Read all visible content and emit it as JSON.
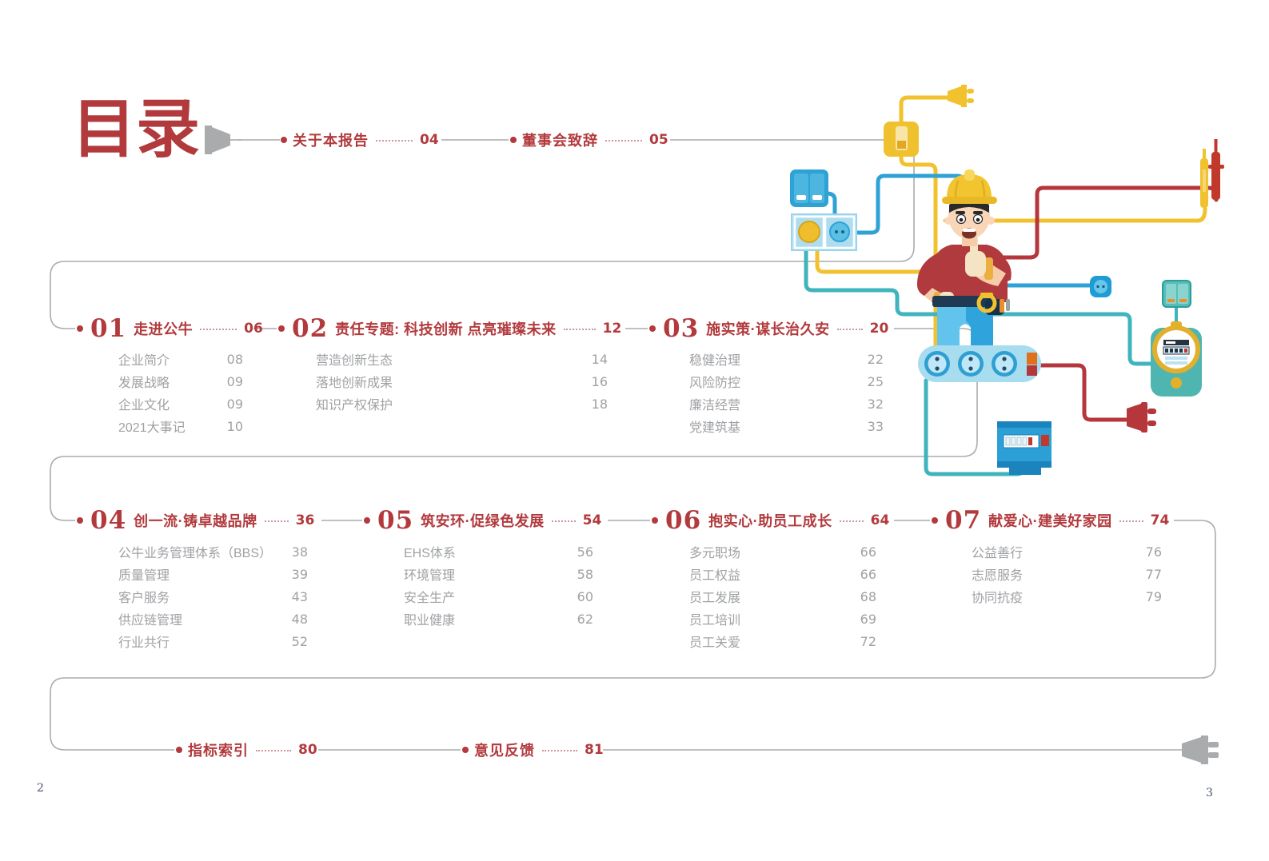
{
  "page": {
    "title": "目录",
    "left_folio": "2",
    "right_folio": "3"
  },
  "top_links": [
    {
      "label": "关于本报告",
      "page": "04"
    },
    {
      "label": "董事会致辞",
      "page": "05"
    }
  ],
  "sections": [
    {
      "num": "01",
      "title": "走进公牛",
      "page": "06",
      "items": [
        {
          "label": "企业简介",
          "page": "08"
        },
        {
          "label": "发展战略",
          "page": "09"
        },
        {
          "label": "企业文化",
          "page": "09"
        },
        {
          "label": "2021大事记",
          "page": "10"
        }
      ]
    },
    {
      "num": "02",
      "title": "责任专题: 科技创新 点亮璀璨未来",
      "page": "12",
      "items": [
        {
          "label": "营造创新生态",
          "page": "14"
        },
        {
          "label": "落地创新成果",
          "page": "16"
        },
        {
          "label": "知识产权保护",
          "page": "18"
        }
      ]
    },
    {
      "num": "03",
      "title": "施实策·谋长治久安",
      "page": "20",
      "items": [
        {
          "label": "稳健治理",
          "page": "22"
        },
        {
          "label": "风险防控",
          "page": "25"
        },
        {
          "label": "廉洁经营",
          "page": "32"
        },
        {
          "label": "党建筑基",
          "page": "33"
        }
      ]
    },
    {
      "num": "04",
      "title": "创一流·铸卓越品牌",
      "page": "36",
      "items": [
        {
          "label": "公牛业务管理体系（BBS）",
          "page": "38"
        },
        {
          "label": "质量管理",
          "page": "39"
        },
        {
          "label": "客户服务",
          "page": "43"
        },
        {
          "label": "供应链管理",
          "page": "48"
        },
        {
          "label": "行业共行",
          "page": "52"
        }
      ]
    },
    {
      "num": "05",
      "title": "筑安环·促绿色发展",
      "page": "54",
      "items": [
        {
          "label": "EHS体系",
          "page": "56"
        },
        {
          "label": "环境管理",
          "page": "58"
        },
        {
          "label": "安全生产",
          "page": "60"
        },
        {
          "label": "职业健康",
          "page": "62"
        }
      ]
    },
    {
      "num": "06",
      "title": "抱实心·助员工成长",
      "page": "64",
      "items": [
        {
          "label": "多元职场",
          "page": "66"
        },
        {
          "label": "员工权益",
          "page": "66"
        },
        {
          "label": "员工发展",
          "page": "68"
        },
        {
          "label": "员工培训",
          "page": "69"
        },
        {
          "label": "员工关爱",
          "page": "72"
        }
      ]
    },
    {
      "num": "07",
      "title": "献爱心·建美好家园",
      "page": "74",
      "items": [
        {
          "label": "公益善行",
          "page": "76"
        },
        {
          "label": "志愿服务",
          "page": "77"
        },
        {
          "label": "协同抗疫",
          "page": "79"
        }
      ]
    }
  ],
  "bottom_links": [
    {
      "label": "指标索引",
      "page": "80"
    },
    {
      "label": "意见反馈",
      "page": "81"
    }
  ],
  "colors": {
    "accent_red": "#B23A3D",
    "item_gray": "#9FA1A4",
    "connector_gray": "#ACACAC",
    "wire_yellow": "#F2C12E",
    "wire_blue": "#2EA2D4",
    "strip_light_blue": "#A8DCEF",
    "wire_teal": "#3FB4BC",
    "wire_red": "#B5373C"
  },
  "icons": [
    "plug-left-icon",
    "plug-right-icon",
    "electrician-illustration"
  ]
}
